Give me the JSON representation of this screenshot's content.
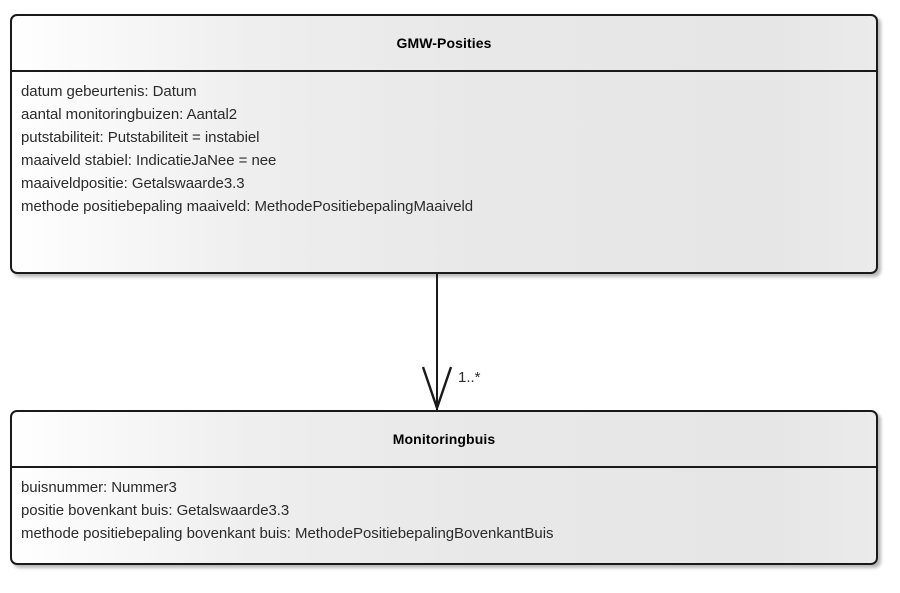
{
  "diagram": {
    "type": "uml-class-diagram",
    "background_color": "#ffffff",
    "border_color": "#1a1a1a",
    "text_color": "#2b2b2b"
  },
  "classes": [
    {
      "id": "gmw-posities",
      "name": "GMW-Posities",
      "attributes": [
        "datum gebeurtenis: Datum",
        "aantal monitoringbuizen: Aantal2",
        "putstabiliteit: Putstabiliteit = instabiel",
        "maaiveld stabiel: IndicatieJaNee = nee",
        "maaiveldpositie: Getalswaarde3.3",
        "methode positiebepaling maaiveld: MethodePositiebepalingMaaiveld"
      ]
    },
    {
      "id": "monitoringbuis",
      "name": "Monitoringbuis",
      "attributes": [
        "buisnummer: Nummer3",
        "positie bovenkant buis: Getalswaarde3.3",
        "methode positiebepaling bovenkant buis: MethodePositiebepalingBovenkantBuis"
      ]
    }
  ],
  "relationship": {
    "source": "GMW-Posities",
    "target": "Monitoringbuis",
    "kind": "composition-navigable",
    "multiplicity": "1..*"
  }
}
